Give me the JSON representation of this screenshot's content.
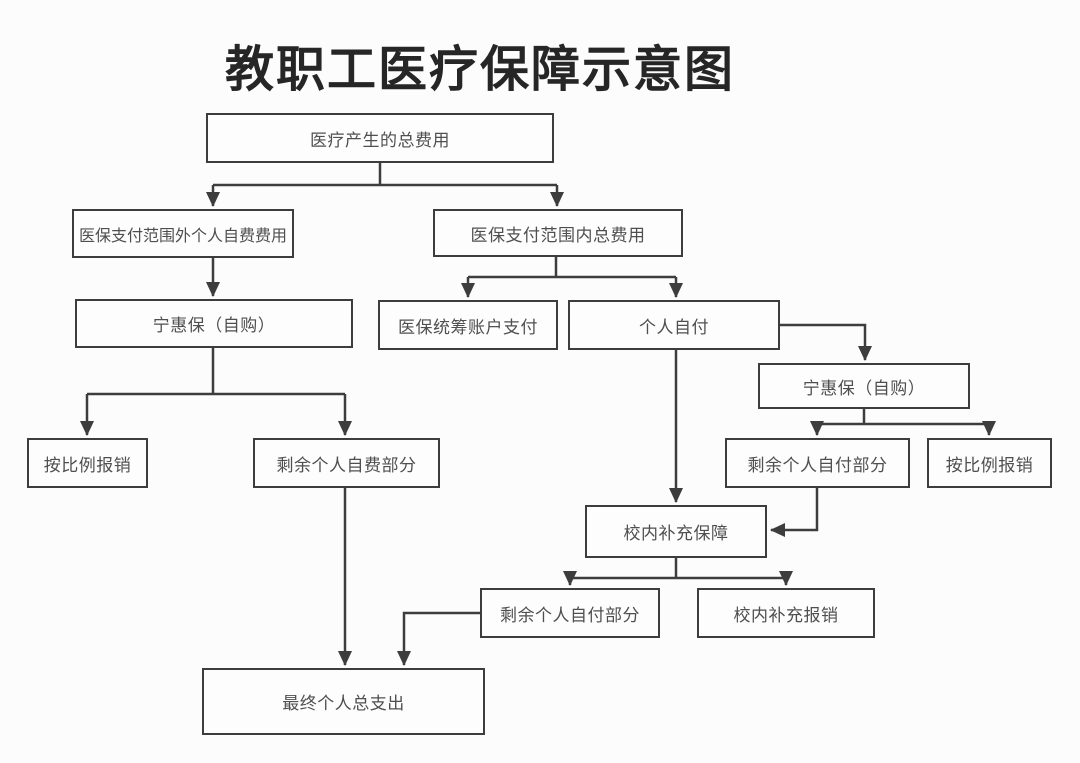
{
  "title": "教职工医疗保障示意图",
  "colors": {
    "background": "#fcfcfc",
    "line": "#3d3d3d",
    "box_border": "#3d3d3d",
    "box_text": "#4f4f4f",
    "title_text": "#262626"
  },
  "nodes": {
    "total_cost": {
      "label": "医疗产生的总费用"
    },
    "outside_scope": {
      "label": "医保支付范围外个人自费费用"
    },
    "inside_scope": {
      "label": "医保支付范围内总费用"
    },
    "ninghuibao_left": {
      "label": "宁惠保（自购）"
    },
    "pooled_account": {
      "label": "医保统筹账户支付"
    },
    "self_pay": {
      "label": "个人自付"
    },
    "ninghuibao_right": {
      "label": "宁惠保（自购）"
    },
    "prop_reimburse_left": {
      "label": "按比例报销"
    },
    "remaining_self_fee": {
      "label": "剩余个人自费部分"
    },
    "remaining_self_pay_upper": {
      "label": "剩余个人自付部分"
    },
    "prop_reimburse_right": {
      "label": "按比例报销"
    },
    "campus_supplement": {
      "label": "校内补充保障"
    },
    "remaining_self_pay_lower": {
      "label": "剩余个人自付部分"
    },
    "campus_reimburse": {
      "label": "校内补充报销"
    },
    "final_total": {
      "label": "最终个人总支出"
    }
  },
  "edges": [
    {
      "from": "total_cost",
      "to": "outside_scope"
    },
    {
      "from": "total_cost",
      "to": "inside_scope"
    },
    {
      "from": "outside_scope",
      "to": "ninghuibao_left"
    },
    {
      "from": "inside_scope",
      "to": "pooled_account"
    },
    {
      "from": "inside_scope",
      "to": "self_pay"
    },
    {
      "from": "self_pay",
      "to": "ninghuibao_right"
    },
    {
      "from": "self_pay",
      "to": "campus_supplement"
    },
    {
      "from": "ninghuibao_left",
      "to": "prop_reimburse_left"
    },
    {
      "from": "ninghuibao_left",
      "to": "remaining_self_fee"
    },
    {
      "from": "ninghuibao_right",
      "to": "remaining_self_pay_upper"
    },
    {
      "from": "ninghuibao_right",
      "to": "prop_reimburse_right"
    },
    {
      "from": "remaining_self_pay_upper",
      "to": "campus_supplement"
    },
    {
      "from": "campus_supplement",
      "to": "remaining_self_pay_lower"
    },
    {
      "from": "campus_supplement",
      "to": "campus_reimburse"
    },
    {
      "from": "remaining_self_fee",
      "to": "final_total"
    },
    {
      "from": "remaining_self_pay_lower",
      "to": "final_total"
    }
  ]
}
